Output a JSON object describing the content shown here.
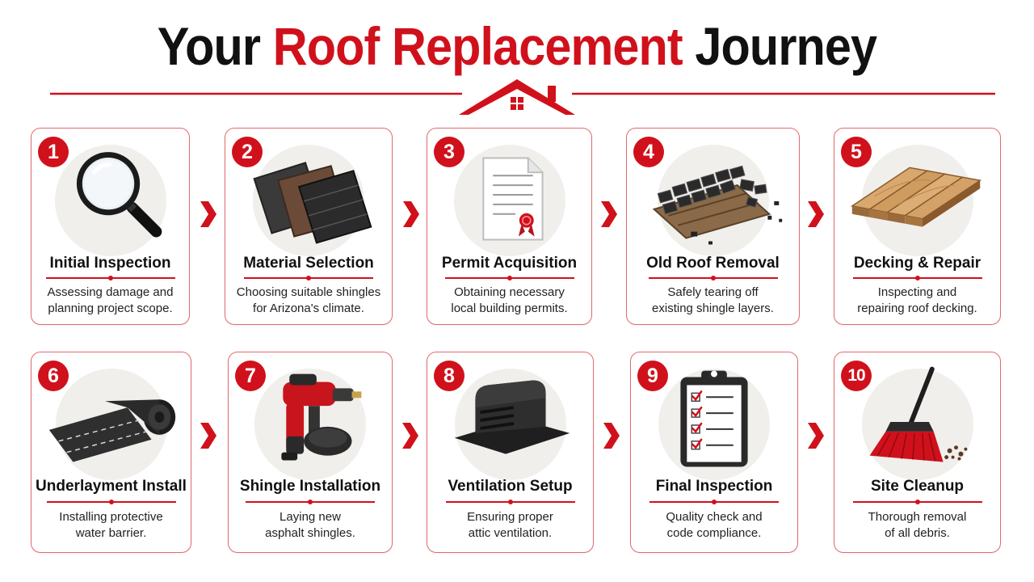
{
  "title": {
    "part1": "Your ",
    "part2": "Roof Replacement",
    "part3": " Journey"
  },
  "colors": {
    "accent": "#d0111b",
    "card_border": "#e26b6f",
    "illus_bg": "#f1efec"
  },
  "steps": [
    {
      "number": "1",
      "title": "Initial Inspection",
      "desc1": "Assessing damage and",
      "desc2": "planning project scope.",
      "icon": "magnifying-glass-icon"
    },
    {
      "number": "2",
      "title": "Material Selection",
      "desc1": "Choosing suitable shingles",
      "desc2": "for Arizona's climate.",
      "icon": "shingle-samples-icon"
    },
    {
      "number": "3",
      "title": "Permit Acquisition",
      "desc1": "Obtaining necessary",
      "desc2": "local building permits.",
      "icon": "permit-document-icon"
    },
    {
      "number": "4",
      "title": "Old Roof Removal",
      "desc1": "Safely tearing off",
      "desc2": "existing shingle layers.",
      "icon": "torn-roof-icon"
    },
    {
      "number": "5",
      "title": "Decking & Repair",
      "desc1": "Inspecting and",
      "desc2": "repairing roof decking.",
      "icon": "wood-decking-icon"
    },
    {
      "number": "6",
      "title": "Underlayment Install",
      "desc1": "Installing protective",
      "desc2": "water barrier.",
      "icon": "underlayment-roll-icon"
    },
    {
      "number": "7",
      "title": "Shingle Installation",
      "desc1": "Laying new",
      "desc2": "asphalt shingles.",
      "icon": "nail-gun-icon"
    },
    {
      "number": "8",
      "title": "Ventilation Setup",
      "desc1": "Ensuring proper",
      "desc2": "attic ventilation.",
      "icon": "roof-vent-icon"
    },
    {
      "number": "9",
      "title": "Final Inspection",
      "desc1": "Quality check and",
      "desc2": "code compliance.",
      "icon": "clipboard-checklist-icon"
    },
    {
      "number": "10",
      "title": "Site Cleanup",
      "desc1": "Thorough removal",
      "desc2": "of all debris.",
      "icon": "broom-icon"
    }
  ]
}
